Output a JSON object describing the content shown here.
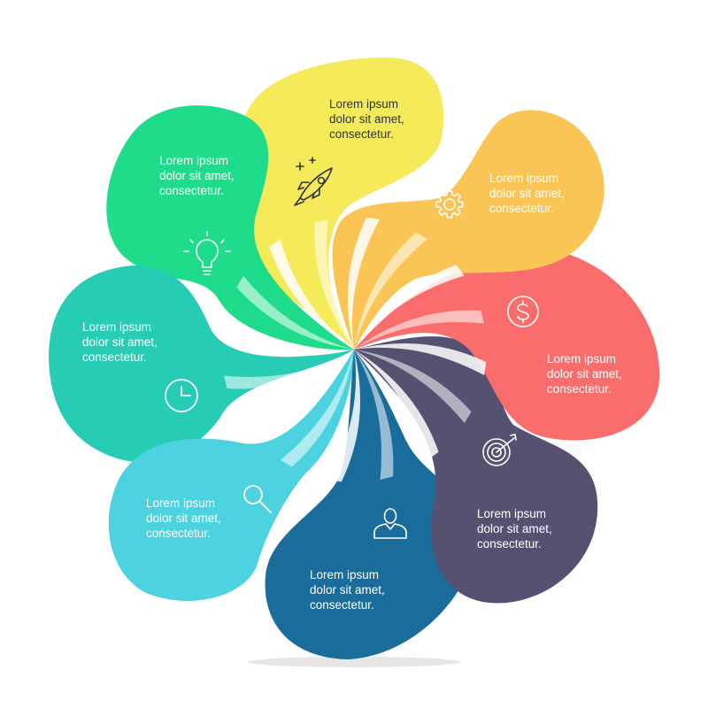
{
  "colors": {
    "yellow": "#f5ea5a",
    "orange": "#fbc555",
    "red": "#f96d6d",
    "purple": "#555171",
    "blue": "#1a6c9a",
    "cyan": "#4dd2e0",
    "teal": "#27ccb5",
    "green": "#1fdc8a",
    "swirl": "#ffffff"
  },
  "segments": [
    {
      "id": "yellow",
      "lines": [
        "Lorem ipsum",
        "dolor sit amet,",
        "consectetur."
      ],
      "icon": "rocket-icon"
    },
    {
      "id": "orange",
      "lines": [
        "Lorem ipsum",
        "dolor sit amet,",
        "consectetur."
      ],
      "icon": "gear-icon"
    },
    {
      "id": "red",
      "lines": [
        "Lorem ipsum",
        "dolor sit amet,",
        "consectetur."
      ],
      "icon": "dollar-icon"
    },
    {
      "id": "purple",
      "lines": [
        "Lorem ipsum",
        "dolor sit amet,",
        "consectetur."
      ],
      "icon": "target-icon"
    },
    {
      "id": "blue",
      "lines": [
        "Lorem ipsum",
        "dolor sit amet,",
        "consectetur."
      ],
      "icon": "user-icon"
    },
    {
      "id": "cyan",
      "lines": [
        "Lorem ipsum",
        "dolor sit amet,",
        "consectetur."
      ],
      "icon": "magnifier-icon"
    },
    {
      "id": "teal",
      "lines": [
        "Lorem ipsum",
        "dolor sit amet,",
        "consectetur."
      ],
      "icon": "clock-icon"
    },
    {
      "id": "green",
      "lines": [
        "Lorem ipsum",
        "dolor sit amet,",
        "consectetur."
      ],
      "icon": "lightbulb-icon"
    }
  ]
}
